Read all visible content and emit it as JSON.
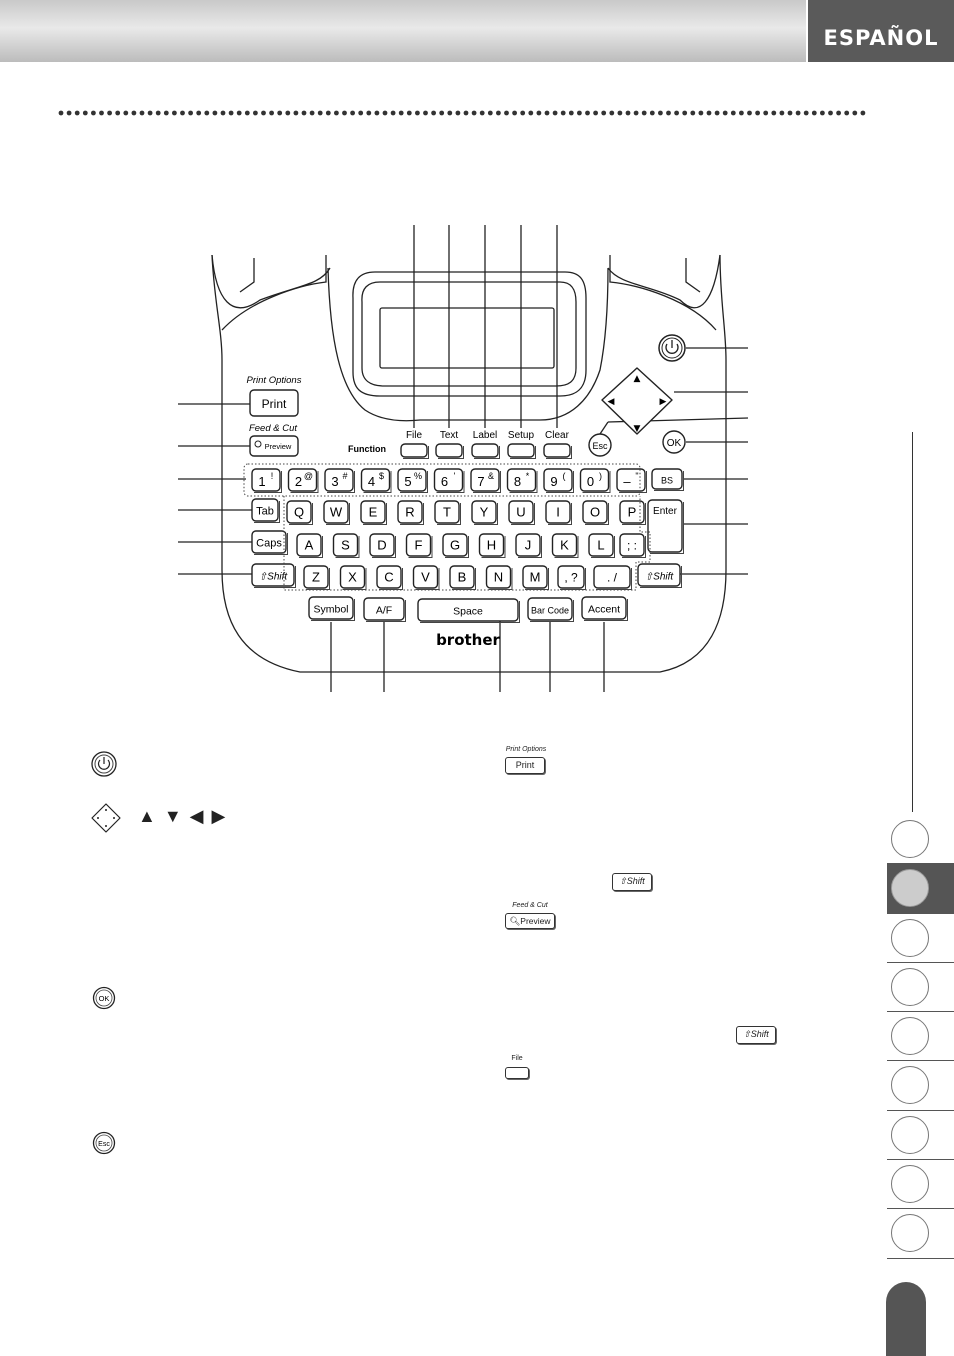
{
  "header": {
    "language": "ESPAÑOL"
  },
  "device": {
    "brand": "brother",
    "print_options_caption": "Print Options",
    "print_key": "Print",
    "feed_cut_caption": "Feed & Cut",
    "preview_key": "Preview",
    "function_label": "Function",
    "function_keys": [
      "File",
      "Text",
      "Label",
      "Setup",
      "Clear"
    ],
    "esc_key": "Esc",
    "ok_key": "OK",
    "bs_key": "BS",
    "enter_key": "Enter",
    "tab_key": "Tab",
    "caps_key": "Caps",
    "shift_key": "Shift",
    "number_row": [
      {
        "main": "1",
        "alt": "!"
      },
      {
        "main": "2",
        "alt": "@"
      },
      {
        "main": "3",
        "alt": "#"
      },
      {
        "main": "4",
        "alt": "$"
      },
      {
        "main": "5",
        "alt": "%"
      },
      {
        "main": "6",
        "alt": "'"
      },
      {
        "main": "7",
        "alt": "&"
      },
      {
        "main": "8",
        "alt": "*"
      },
      {
        "main": "9",
        "alt": "("
      },
      {
        "main": "0",
        "alt": ")"
      },
      {
        "main": "–",
        "alt": "\""
      }
    ],
    "row_q": [
      "Q",
      "W",
      "E",
      "R",
      "T",
      "Y",
      "U",
      "I",
      "O",
      "P"
    ],
    "row_a": [
      "A",
      "S",
      "D",
      "F",
      "G",
      "H",
      "J",
      "K",
      "L"
    ],
    "semicolon_key": {
      "main": ";",
      "alt": ":"
    },
    "row_z": [
      "Z",
      "X",
      "C",
      "V",
      "B",
      "N",
      "M"
    ],
    "comma_key": {
      "main": ",",
      "alt": "?"
    },
    "period_key": {
      "main": ".",
      "alt": "/"
    },
    "bottom_keys": [
      "Symbol",
      "A/F",
      "Space",
      "Bar Code",
      "Accent"
    ]
  },
  "legend": {
    "print_options_caption": "Print Options",
    "print_key": "Print",
    "shift_key": "Shift",
    "feed_cut_caption": "Feed & Cut",
    "preview_key": "Preview",
    "ok_key": "OK",
    "shift_key_2": "Shift",
    "file_caption": "File",
    "esc_key": "Esc",
    "arrows": [
      "▲",
      "▼",
      "◀",
      "▶"
    ]
  },
  "chapter_tabs": {
    "count": 9,
    "active_index": 1
  },
  "colors": {
    "header_dark": "#5a5a5a",
    "tab_active": "#555555",
    "line": "#222222"
  }
}
